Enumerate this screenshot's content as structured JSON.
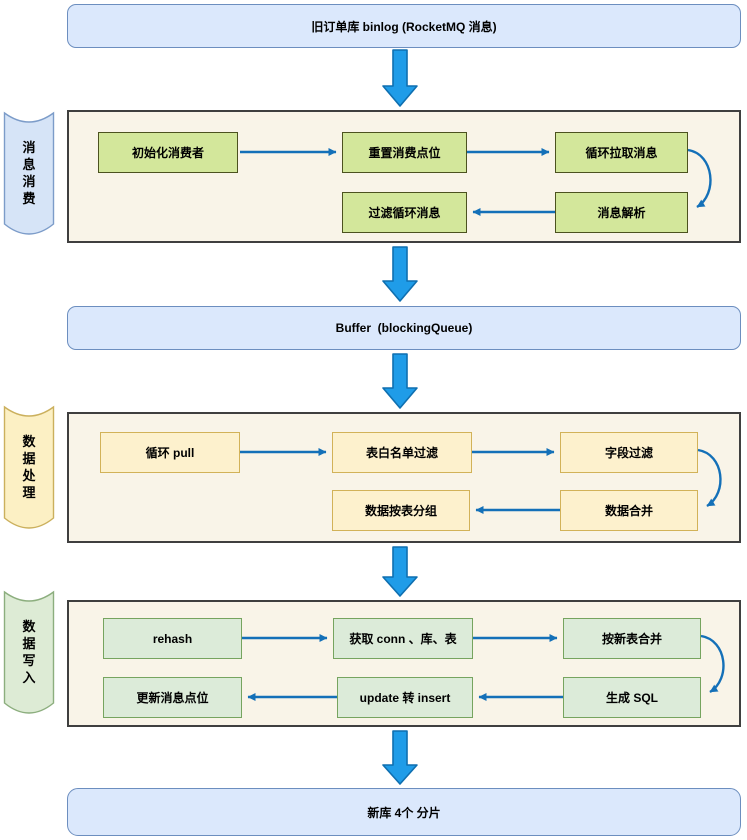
{
  "diagram": {
    "title": "Order database migration pipeline flowchart",
    "source": {
      "label": "旧订单库 binlog (RocketMQ 消息)"
    },
    "buffer": {
      "label": "Buffer  (blockingQueue)"
    },
    "sink": {
      "label": "新库 4个 分片"
    },
    "sections": [
      {
        "name": "消息消费",
        "boxes": [
          "初始化消费者",
          "重置消费点位",
          "循环拉取消息",
          "过滤循环消息",
          "消息解析"
        ]
      },
      {
        "name": "数据处理",
        "boxes": [
          "循环 pull",
          "表白名单过滤",
          "字段过滤",
          "数据按表分组",
          "数据合并"
        ]
      },
      {
        "name": "数据写入",
        "boxes": [
          "rehash",
          "获取 conn 、库、表",
          "按新表合并",
          "更新消息点位",
          "update 转 insert",
          "生成 SQL"
        ]
      }
    ]
  },
  "colors": {
    "node-blue-fill": "#DBE8FC",
    "node-blue-stroke": "#6C8EBF",
    "container-fill": "#F9F4E8",
    "container-stroke": "#3F3F3F",
    "s1-fill": "#D3E79B",
    "s1-stroke": "#4C521F",
    "s2-fill": "#FDF1CD",
    "s2-stroke": "#D2B258",
    "s3-fill": "#DCEBD9",
    "s3-stroke": "#76A45F",
    "ribbon1-fill": "#D6E4F7",
    "ribbon1-stroke": "#7C9CC9",
    "ribbon2-fill": "#FCF0C4",
    "ribbon2-stroke": "#CBB05D",
    "ribbon3-fill": "#DDEBD5",
    "ribbon3-stroke": "#8CAE7E",
    "connector": "#1470B8",
    "block-fill": "#1F9CE8",
    "block-stroke": "#0F6FB0"
  }
}
